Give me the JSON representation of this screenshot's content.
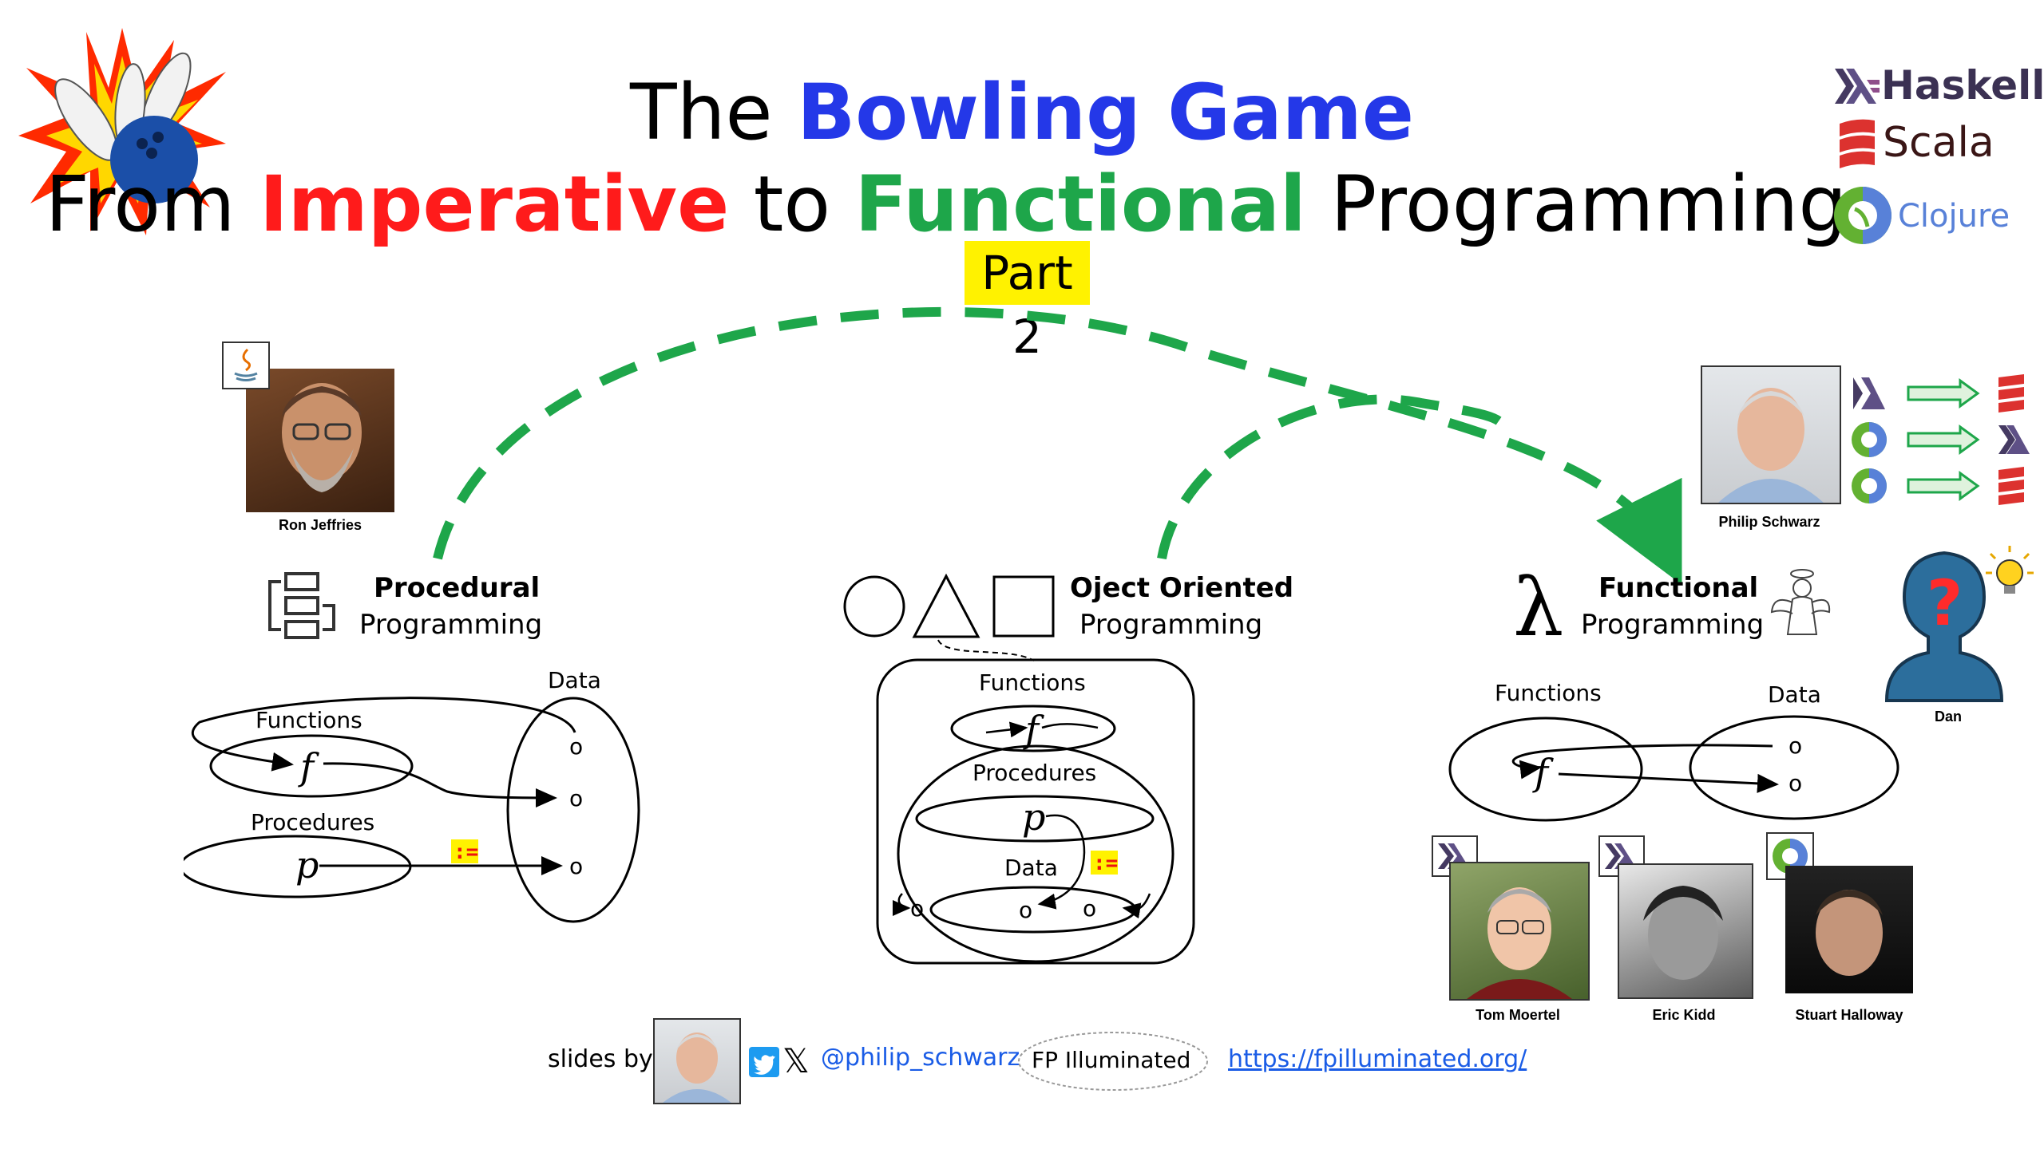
{
  "title": {
    "line1_prefix": "The ",
    "line1_highlight": "Bowling Game",
    "line2_prefix": "From ",
    "line2_imperative": "Imperative",
    "line2_mid": " to ",
    "line2_functional": "Functional",
    "line2_suffix": " Programming",
    "part": "Part 2"
  },
  "languages": {
    "haskell": "Haskell",
    "scala": "Scala",
    "clojure": "Clojure"
  },
  "people": {
    "ron": "Ron Jeffries",
    "philip": "Philip Schwarz",
    "dan": "Dan",
    "tom": "Tom Moertel",
    "eric": "Eric Kidd",
    "stuart": "Stuart Halloway"
  },
  "paradigms": {
    "procedural": {
      "title": "Procedural",
      "subtitle": "Programming"
    },
    "oo": {
      "title": "Oject Oriented",
      "subtitle": "Programming"
    },
    "functional": {
      "title": "Functional",
      "subtitle": "Programming"
    }
  },
  "diagram_labels": {
    "data": "Data",
    "functions": "Functions",
    "procedures": "Procedures",
    "f": "f",
    "p": "p",
    "o": "o",
    "assign": ":=",
    "lambda": "λ"
  },
  "footer": {
    "slides_by": "slides by",
    "handle": "@philip_schwarz",
    "fp_logo": "FP Illuminated",
    "url": "https://fpilluminated.org/"
  },
  "colors": {
    "blue": "#2438e8",
    "red": "#ff1b1b",
    "green": "#1ea64a",
    "yellow": "#fff200",
    "haskell": "#5e5086",
    "scala": "#dc322f"
  }
}
